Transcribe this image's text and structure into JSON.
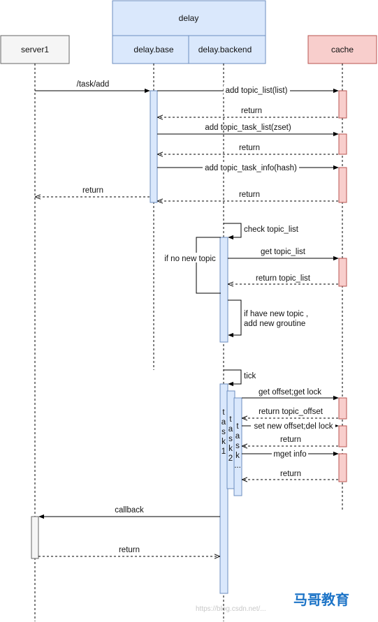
{
  "participants": {
    "delay_group": "delay",
    "server1": "server1",
    "delay_base": "delay.base",
    "delay_backend": "delay.backend",
    "cache": "cache"
  },
  "messages": {
    "task_add": "/task/add",
    "add_topic_list": "add topic_list(list)",
    "return_1": "return",
    "add_topic_task_list": "add topic_task_list(zset)",
    "return_2": "return",
    "add_topic_task_info": "add topic_task_info(hash)",
    "return_3": "return",
    "return_server": "return",
    "check_topic_list": "check topic_list",
    "if_no_new_topic": "if no new topic",
    "get_topic_list": "get topic_list",
    "return_topic_list": "return topic_list",
    "if_have_new_topic_1": "if have new topic ,",
    "if_have_new_topic_2": "add new groutine",
    "tick": "tick",
    "get_offset": "get offset;get lock",
    "return_topic_offset": "return topic_offset",
    "set_new_offset": "set new offset;del lock",
    "return_4": "return",
    "mget_info": "mget info",
    "return_5": "return",
    "callback": "callback",
    "return_callback": "return"
  },
  "tasks": {
    "task1": "task1",
    "task2": "task2",
    "task_more": "task..."
  },
  "watermark": {
    "url": "https://blog.csdn.net/...",
    "logo": "马哥教育"
  },
  "colors": {
    "blue_fill": "#dae8fc",
    "blue_stroke": "#6c8ebf",
    "red_fill": "#f8cecc",
    "red_stroke": "#b85450",
    "gray_fill": "#f5f5f5",
    "gray_stroke": "#666666"
  }
}
